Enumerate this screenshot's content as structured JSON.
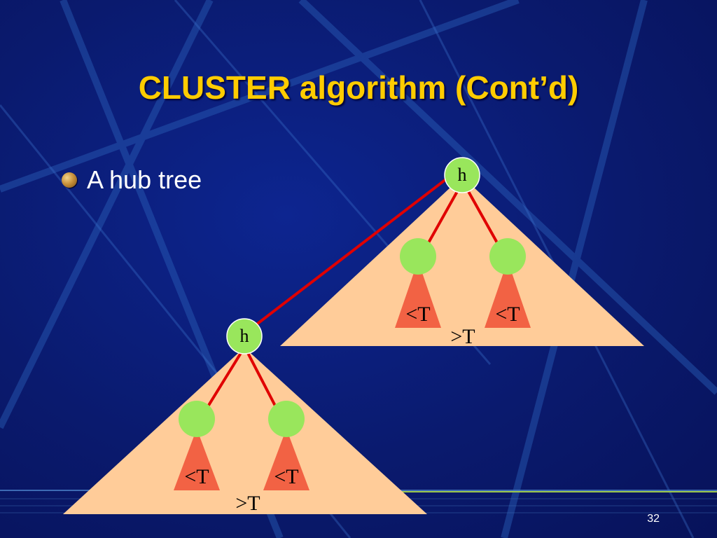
{
  "slide": {
    "title": "CLUSTER algorithm (Cont’d)",
    "bullet": "A hub tree",
    "slide_number": "32"
  },
  "diagram": {
    "upper_tree": {
      "root_label": "h",
      "left_subtree_label": "<T",
      "right_subtree_label": "<T",
      "tree_label": ">T"
    },
    "lower_tree": {
      "root_label": "h",
      "left_subtree_label": "<T",
      "right_subtree_label": "<T",
      "tree_label": ">T"
    }
  },
  "colors": {
    "background": "#0a1a6e",
    "title": "#ffcc00",
    "text": "#ffffff",
    "tree_fill": "#ffcc99",
    "node_fill": "#99e65c",
    "subtree_fill": "#f26244",
    "edge": "#e00000"
  },
  "icons": {
    "bullet": "bronze-sphere-bullet-icon"
  }
}
